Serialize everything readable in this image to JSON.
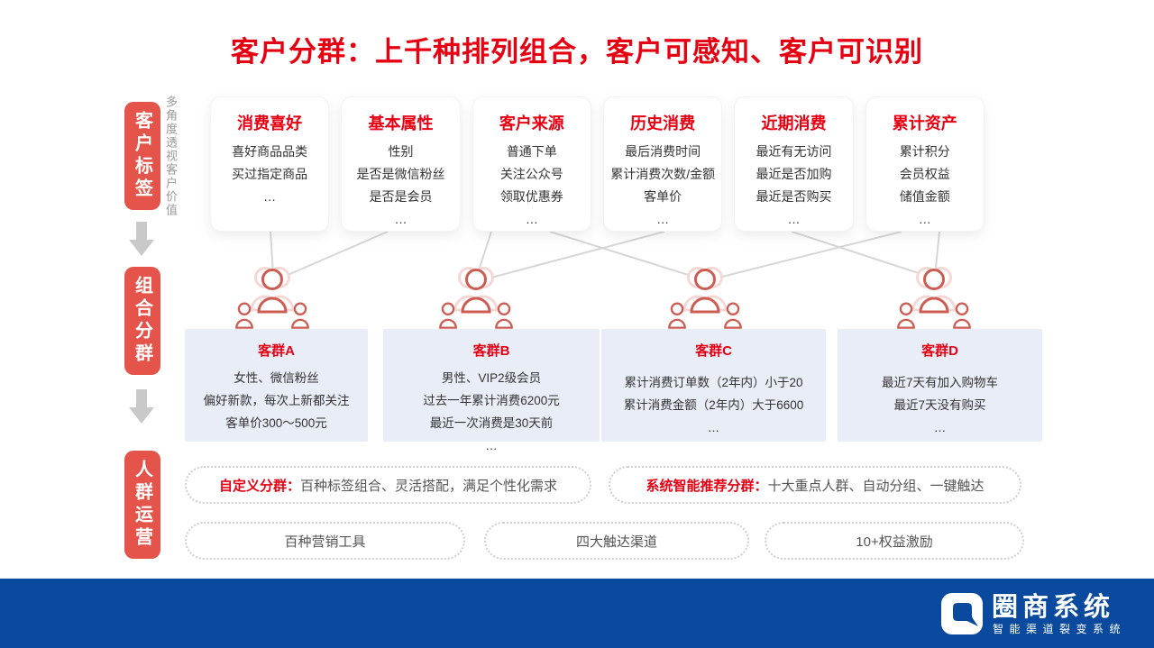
{
  "title": "客户分群：上千种排列组合，客户可感知、客户可识别",
  "rail": {
    "stages": [
      {
        "label": "客户标签"
      },
      {
        "label": "组合分群"
      },
      {
        "label": "人群运营"
      }
    ],
    "side_note": "多角度透视客户价值"
  },
  "tag_cards": [
    {
      "title": "消费喜好",
      "items": [
        "喜好商品品类",
        "买过指定商品",
        "…"
      ]
    },
    {
      "title": "基本属性",
      "items": [
        "性别",
        "是否是微信粉丝",
        "是否是会员",
        "…"
      ]
    },
    {
      "title": "客户来源",
      "items": [
        "普通下单",
        "关注公众号",
        "领取优惠券",
        "…"
      ]
    },
    {
      "title": "历史消费",
      "items": [
        "最后消费时间",
        "累计消费次数/金额",
        "客单价",
        "…"
      ]
    },
    {
      "title": "近期消费",
      "items": [
        "最近有无访问",
        "最近是否加购",
        "最近是否购买",
        "…"
      ]
    },
    {
      "title": "累计资产",
      "items": [
        "累计积分",
        "会员权益",
        "储值金额",
        "…"
      ]
    }
  ],
  "segment_cards": [
    {
      "title": "客群A",
      "lines": [
        "女性、微信粉丝",
        "偏好新款，每次上新都关注",
        "客单价300～500元"
      ]
    },
    {
      "title": "客群B",
      "lines": [
        "男性、VIP2级会员",
        "过去一年累计消费6200元",
        "最近一次消费是30天前",
        "…"
      ]
    },
    {
      "title": "客群C",
      "lines": [
        "累计消费订单数（2年内）小于20",
        "累计消费金额（2年内）大于6600",
        "…"
      ]
    },
    {
      "title": "客群D",
      "lines": [
        "最近7天有加入购物车",
        "最近7天没有购买",
        "…"
      ]
    }
  ],
  "operation": {
    "custom": {
      "highlight": "自定义分群：",
      "text": "百种标签组合、灵活搭配，满足个性化需求"
    },
    "smart": {
      "highlight": "系统智能推荐分群：",
      "text": "十大重点人群、自动分组、一键触达"
    },
    "tools": [
      "百种营销工具",
      "四大触达渠道",
      "10+权益激励"
    ]
  },
  "footer": {
    "brand": "圈商系统",
    "slogan": "智能渠道裂变系统"
  },
  "icons": {
    "down_arrow": "down-arrow-icon",
    "people_group": "people-group-icon",
    "brand_logo": "chat-bubble-logo-icon"
  },
  "colors": {
    "accent_red": "#e60012",
    "pill_red": "#e4544b",
    "segment_card_bg": "#e9edf8",
    "footer_blue": "#0a4a9e",
    "connector_gray": "#d6d6d6",
    "people_salmon": "#cd5c52",
    "dash_gray": "#cfcfcf"
  }
}
